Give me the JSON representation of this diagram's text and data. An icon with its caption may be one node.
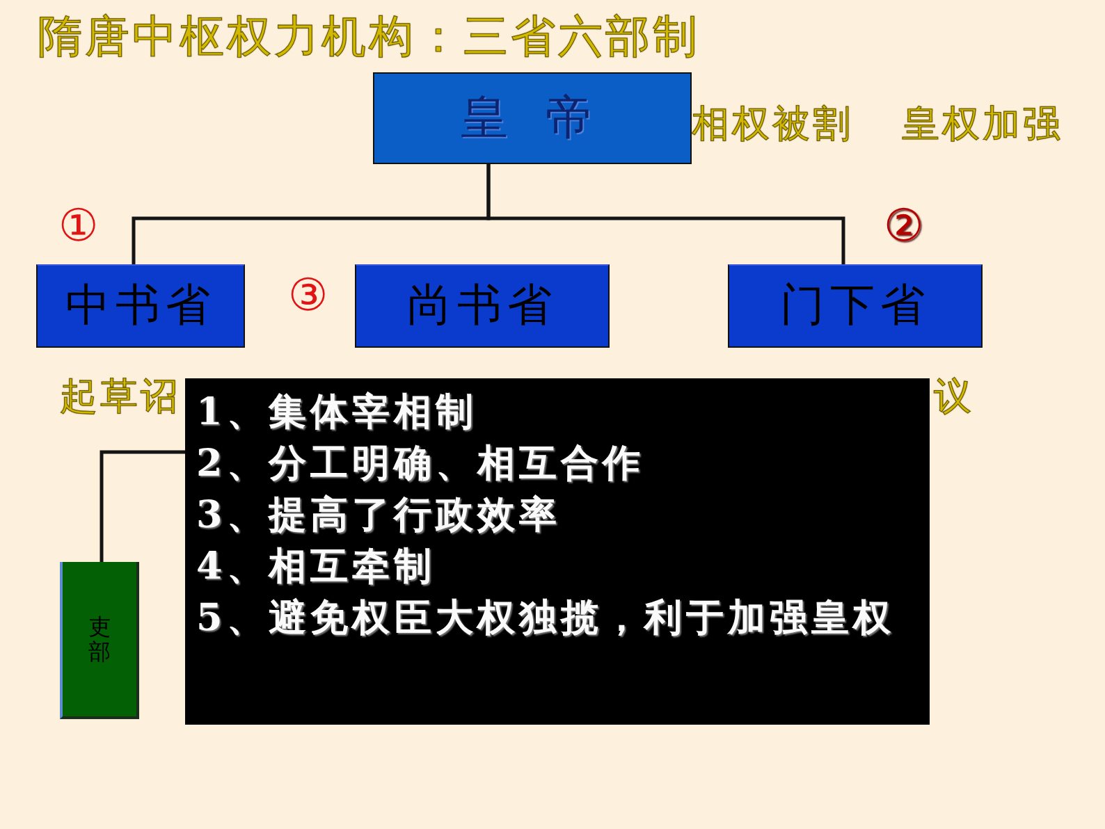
{
  "diagram": {
    "title": "隋唐中枢权力机构：三省六部制",
    "nodes": [
      {
        "text": [
          "皇 帝"
        ],
        "beside": [
          "相权被割",
          "皇权加强"
        ]
      },
      {
        "text": [
          "中书省"
        ],
        "beside": [
          "起草诏"
        ]
      },
      {
        "text": [
          "尚书省"
        ]
      },
      {
        "text": [
          "门下省"
        ]
      },
      {
        "text": [
          "1、集体宰相制",
          "2、分工明确、相互合作",
          "3、提高了行政效率",
          "4、相互牵制",
          "5、避免权臣大权独揽，利于加强皇权"
        ]
      },
      {
        "text": [
          "吏部"
        ]
      }
    ],
    "edges": [
      {
        "from": 0,
        "to": 1,
        "arrow": "none"
      },
      {
        "from": 0,
        "to": 3,
        "arrow": "none"
      },
      {
        "from": 4,
        "to": 5,
        "arrow": "none"
      }
    ],
    "labels": [
      "①",
      "②",
      "③",
      "议"
    ]
  }
}
